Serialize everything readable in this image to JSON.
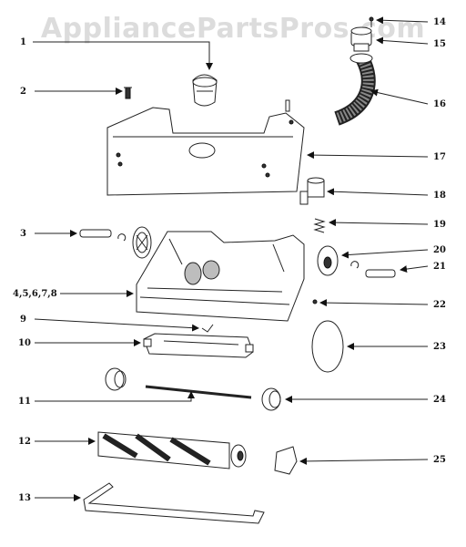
{
  "watermark": "AppliancePartsPros.com",
  "corner_mark": "",
  "callouts": [
    {
      "label": "1"
    },
    {
      "label": "2"
    },
    {
      "label": "3"
    },
    {
      "label": "4,5,6,7,8"
    },
    {
      "label": "9"
    },
    {
      "label": "10"
    },
    {
      "label": "11"
    },
    {
      "label": "12"
    },
    {
      "label": "13"
    },
    {
      "label": "14"
    },
    {
      "label": "15"
    },
    {
      "label": "16"
    },
    {
      "label": "17"
    },
    {
      "label": "18"
    },
    {
      "label": "19"
    },
    {
      "label": "20"
    },
    {
      "label": "21"
    },
    {
      "label": "22"
    },
    {
      "label": "23"
    },
    {
      "label": "24"
    },
    {
      "label": "25"
    }
  ]
}
